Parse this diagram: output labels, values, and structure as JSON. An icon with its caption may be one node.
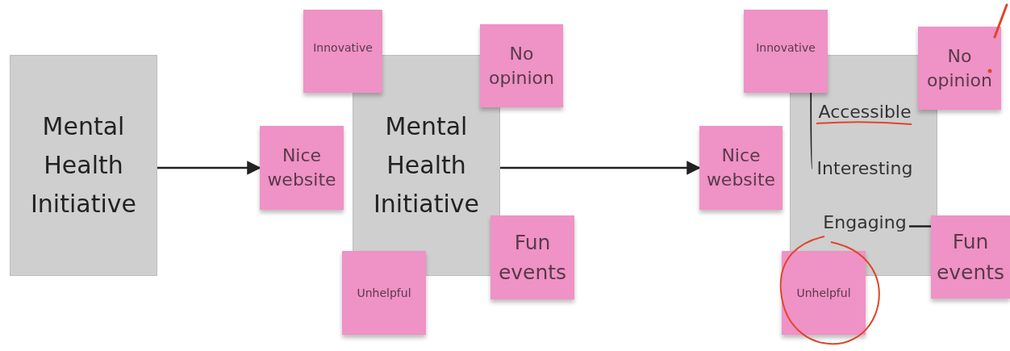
{
  "diagram": {
    "nodes": [
      {
        "text": [
          "Mental Health Initiative"
        ]
      },
      {
        "text": [
          "Mental Health Initiative"
        ]
      },
      {
        "text": [
          "Innovative"
        ]
      },
      {
        "text": [
          "No opinion"
        ]
      },
      {
        "text": [
          "Nice website"
        ]
      },
      {
        "text": [
          "Fun events"
        ]
      },
      {
        "text": [
          "Unhelpful"
        ]
      },
      {
        "text": [],
        "shape": "box"
      },
      {
        "text": [
          "Innovative"
        ]
      },
      {
        "text": [
          "No opinion"
        ]
      },
      {
        "text": [
          "Accessible"
        ],
        "in": 7
      },
      {
        "text": [
          "Nice website"
        ]
      },
      {
        "text": [
          "Interesting"
        ],
        "in": 7
      },
      {
        "text": [
          "Engaging"
        ],
        "in": 7
      },
      {
        "text": [
          "Fun events"
        ]
      },
      {
        "text": [
          "Unhelpful"
        ]
      }
    ],
    "edges": [
      {
        "from": 0,
        "to": 4,
        "arrow": "to"
      },
      {
        "from": 1,
        "to": 11,
        "arrow": "to"
      },
      {
        "from": 8,
        "to": 12,
        "arrow": "none"
      },
      {
        "from": 13,
        "to": 14,
        "arrow": "none"
      }
    ]
  }
}
